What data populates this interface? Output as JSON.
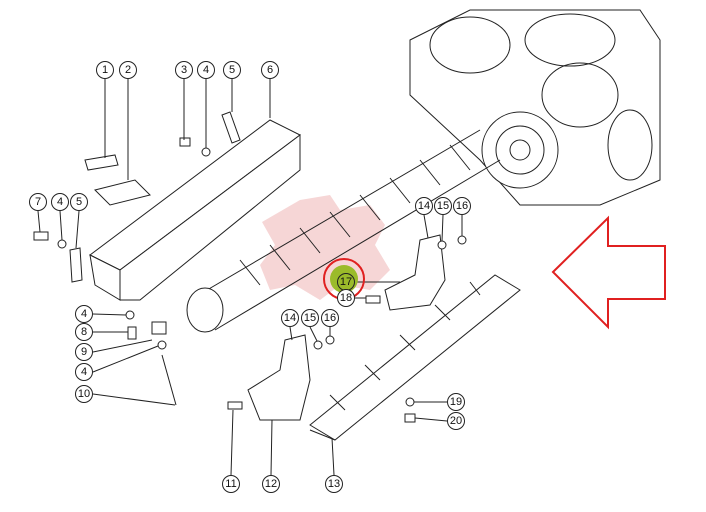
{
  "diagram": {
    "callouts": [
      "1",
      "2",
      "3",
      "4",
      "5",
      "6",
      "7",
      "4",
      "5",
      "14",
      "15",
      "16",
      "17",
      "18",
      "4",
      "8",
      "9",
      "4",
      "10",
      "14",
      "15",
      "16",
      "19",
      "20",
      "11",
      "12",
      "13"
    ],
    "highlighted": "17",
    "colors": {
      "highlight_ring": "#e02020",
      "highlight_fill": "#9bbb2a",
      "arrow": "#e02020",
      "watermark": "#f2c8c8"
    }
  }
}
